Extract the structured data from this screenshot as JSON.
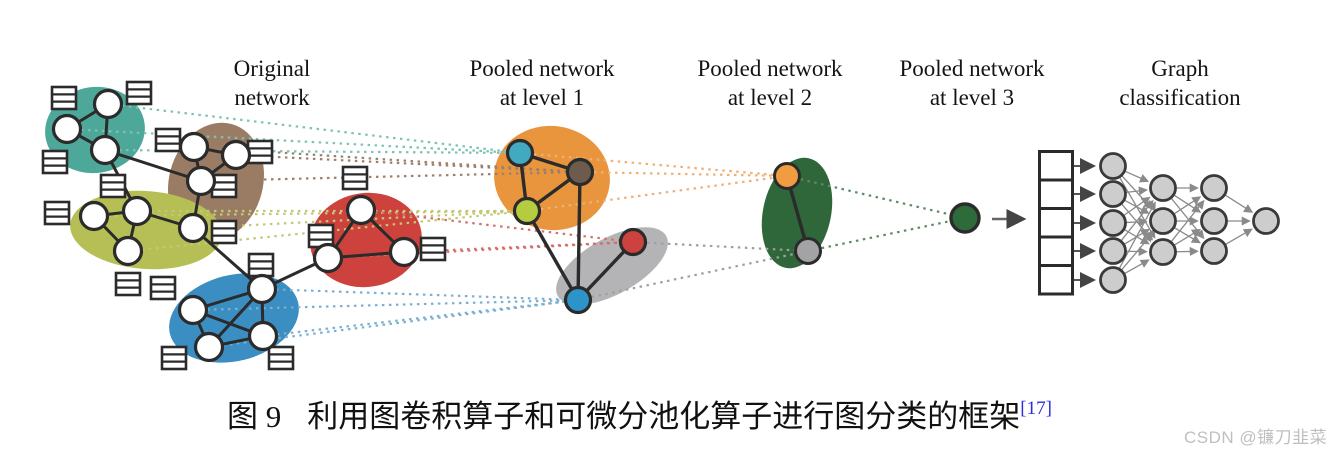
{
  "headers": [
    {
      "line1": "Original",
      "line2": "network"
    },
    {
      "line1": "Pooled network",
      "line2": "at level 1"
    },
    {
      "line1": "Pooled network",
      "line2": "at level 2"
    },
    {
      "line1": "Pooled network",
      "line2": "at level 3"
    },
    {
      "line1": "Graph",
      "line2": "classification"
    }
  ],
  "caption": {
    "label": "图 9",
    "text": "利用图卷积算子和可微分池化算子进行图分类的框架",
    "reference": "[17]",
    "reference_color": "#2b2be0"
  },
  "watermark": {
    "text": "CSDN @镰刀韭菜",
    "color": "#bfbfbf"
  },
  "colors": {
    "blob": {
      "teal": "#4ea89a",
      "brown": "#9a7c65",
      "olive": "#b6bf55",
      "red": "#cd423d",
      "blue": "#3a8ec2",
      "orange": "#e9953e",
      "gray": "#b4b4b6",
      "green": "#2f673a"
    },
    "node": {
      "plain": "#ffffff",
      "teal": "#41a9c0",
      "brown": "#6d5b4d",
      "olive": "#b6cc40",
      "red": "#cc423e",
      "blue": "#2d94ca",
      "orange": "#f19c41",
      "gray": "#a3a3a5",
      "green": "#2d6b3b"
    },
    "assign": {
      "teal": "#7cc3b4",
      "brown": "#9b7f6b",
      "olive": "#c2c873",
      "red": "#d3706c",
      "blue": "#7bafd2",
      "orange": "#eeb077",
      "gray": "#9f9f9f",
      "green": "#5c8a63"
    },
    "edge": "#2b2b2b",
    "mlp": {
      "fill": "#cdcdcd",
      "stroke": "#3a3a3a",
      "link": "#8a8a8a",
      "arrow": "#555555"
    }
  }
}
